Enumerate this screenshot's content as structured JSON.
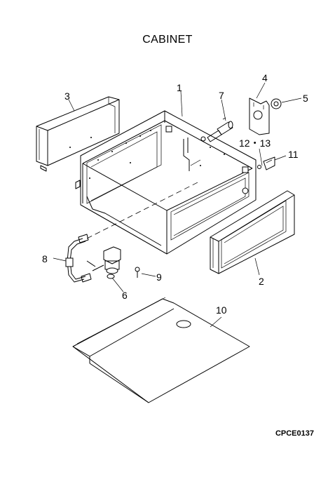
{
  "title": "CABINET",
  "doc_code": "CPCE0137",
  "callouts": {
    "c1": "1",
    "c2": "2",
    "c3": "3",
    "c4": "4",
    "c5": "5",
    "c6": "6",
    "c7": "7",
    "c8": "8",
    "c9": "9",
    "c10": "10",
    "c11": "11",
    "c12_13": "12・13"
  }
}
